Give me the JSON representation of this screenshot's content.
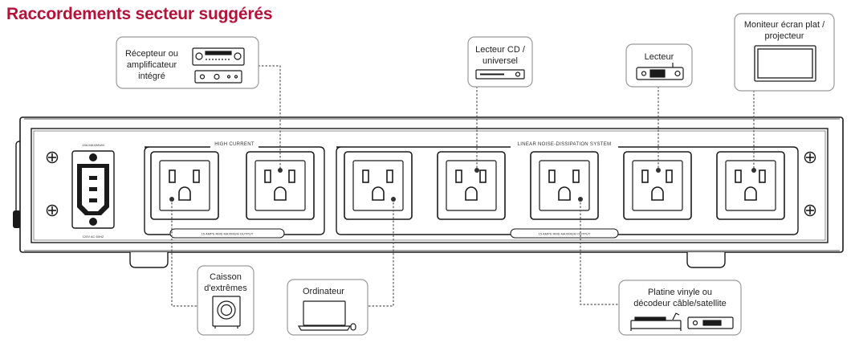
{
  "title": "Raccordements secteur suggérés",
  "devices": {
    "receiver": {
      "line1": "Récepteur ou",
      "line2": "amplificateur",
      "line3": "intégré"
    },
    "cd_player": {
      "line1": "Lecteur CD /",
      "line2": "universel"
    },
    "player": {
      "line1": "Lecteur"
    },
    "monitor": {
      "line1": "Moniteur écran plat /",
      "line2": "projecteur"
    },
    "subwoofer": {
      "line1": "Caisson",
      "line2": "d'extrêmes"
    },
    "computer": {
      "line1": "Ordinateur"
    },
    "turntable": {
      "line1": "Platine vinyle ou",
      "line2": "décodeur câble/satellite"
    }
  },
  "panel": {
    "high_current_label": "HIGH CURRENT",
    "linear_label": "LINEAR NOISE-DISSIPATION SYSTEM",
    "high_current_rating": "15 AMPS RMS MAXIMUM OUTPUT",
    "linear_rating": "15 AMPS RMS MAXIMUM OUTPUT",
    "inlet_top": "15A MAXIMUM",
    "inlet_bottom": "120V AC 60HZ"
  }
}
